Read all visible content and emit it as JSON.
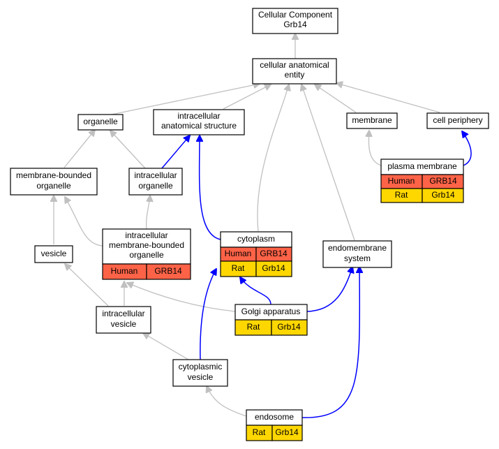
{
  "colors": {
    "human": "#ff6347",
    "rat": "#ffd700",
    "is_a_edge": "#c0c0c0",
    "annotated_edge": "#0000ff"
  },
  "nodes": {
    "root": {
      "line1": "Cellular Component",
      "line2": "Grb14"
    },
    "cae": {
      "line1": "cellular anatomical",
      "line2": "entity"
    },
    "organelle": {
      "label": "organelle"
    },
    "ias": {
      "line1": "intracellular",
      "line2": "anatomical structure"
    },
    "membrane": {
      "label": "membrane"
    },
    "cellperiphery": {
      "label": "cell periphery"
    },
    "mbo": {
      "line1": "membrane-bounded",
      "line2": "organelle"
    },
    "io": {
      "line1": "intracellular",
      "line2": "organelle"
    },
    "pm": {
      "label": "plasma membrane",
      "row1_species": "Human",
      "row1_gene": "GRB14",
      "row2_species": "Rat",
      "row2_gene": "Grb14"
    },
    "imbo": {
      "line1": "intracellular",
      "line2": "membrane-bounded",
      "line3": "organelle",
      "row1_species": "Human",
      "row1_gene": "GRB14"
    },
    "cytoplasm": {
      "label": "cytoplasm",
      "row1_species": "Human",
      "row1_gene": "GRB14",
      "row2_species": "Rat",
      "row2_gene": "Grb14"
    },
    "vesicle": {
      "label": "vesicle"
    },
    "es": {
      "line1": "endomembrane",
      "line2": "system"
    },
    "golgi": {
      "label": "Golgi apparatus",
      "row1_species": "Rat",
      "row1_gene": "Grb14"
    },
    "iv": {
      "line1": "intracellular",
      "line2": "vesicle"
    },
    "cv": {
      "line1": "cytoplasmic",
      "line2": "vesicle"
    },
    "endosome": {
      "label": "endosome",
      "row1_species": "Rat",
      "row1_gene": "Grb14"
    }
  }
}
